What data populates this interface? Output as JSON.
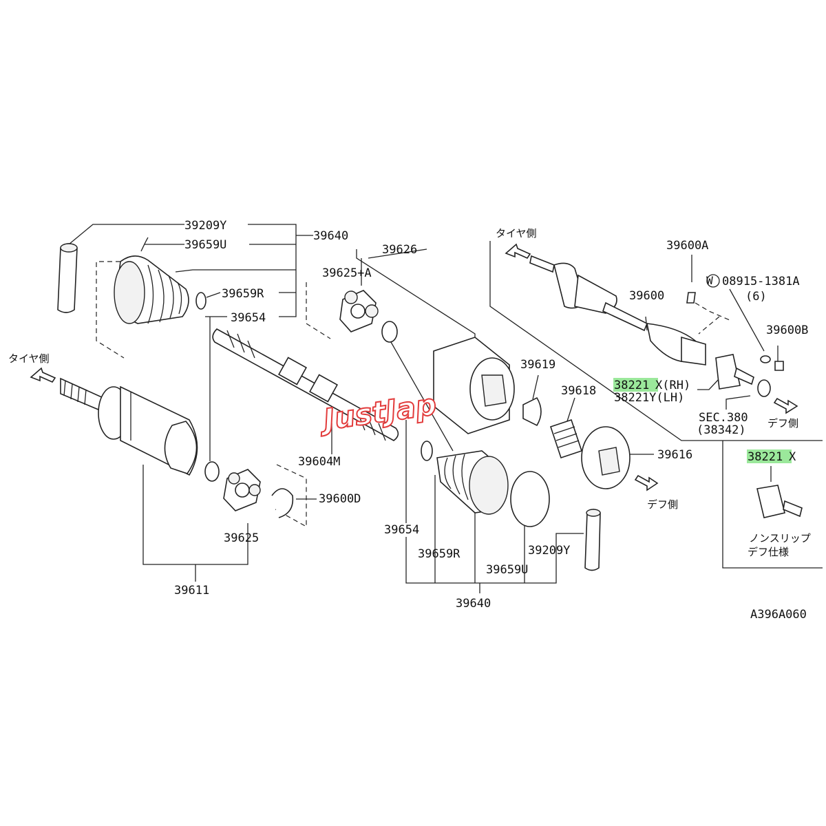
{
  "diagram": {
    "tire_side_label": "タイヤ側",
    "diff_side_label": "デフ側",
    "nonslip_label_line1": "ノンスリップ",
    "nonslip_label_line2": "デフ仕様",
    "drawing_code": "A396A060",
    "watermark": "JustJap",
    "parts": {
      "p39209Y_top": "39209Y",
      "p39659U_top": "39659U",
      "p39659R_top": "39659R",
      "p39654_top": "39654",
      "p39640_top": "39640",
      "p39626": "39626",
      "p39625A": "39625+A",
      "p39619": "39619",
      "p39618": "39618",
      "p39616": "39616",
      "p39604M": "39604M",
      "p39600D": "39600D",
      "p39625": "39625",
      "p39611": "39611",
      "p39654_bot": "39654",
      "p39659R_bot": "39659R",
      "p39659U_bot": "39659U",
      "p39209Y_bot": "39209Y",
      "p39640_bot": "39640",
      "p39600A": "39600A",
      "p39600": "39600",
      "p08915": "08915-1381A",
      "p08915_qty": "(6)",
      "p08915_marker": "W",
      "p39600B": "39600B",
      "p38221X_code": "38221",
      "p38221X_suffix": "X(RH)",
      "p38221Y": "38221Y(LH)",
      "sec380": "SEC.380",
      "sec380_ref": "(38342)",
      "p38221X_inset_code": "38221",
      "p38221X_inset_suffix": "X"
    },
    "colors": {
      "highlight": "#9be89b",
      "line": "#222222",
      "logo_red": "#e23b3b"
    }
  }
}
